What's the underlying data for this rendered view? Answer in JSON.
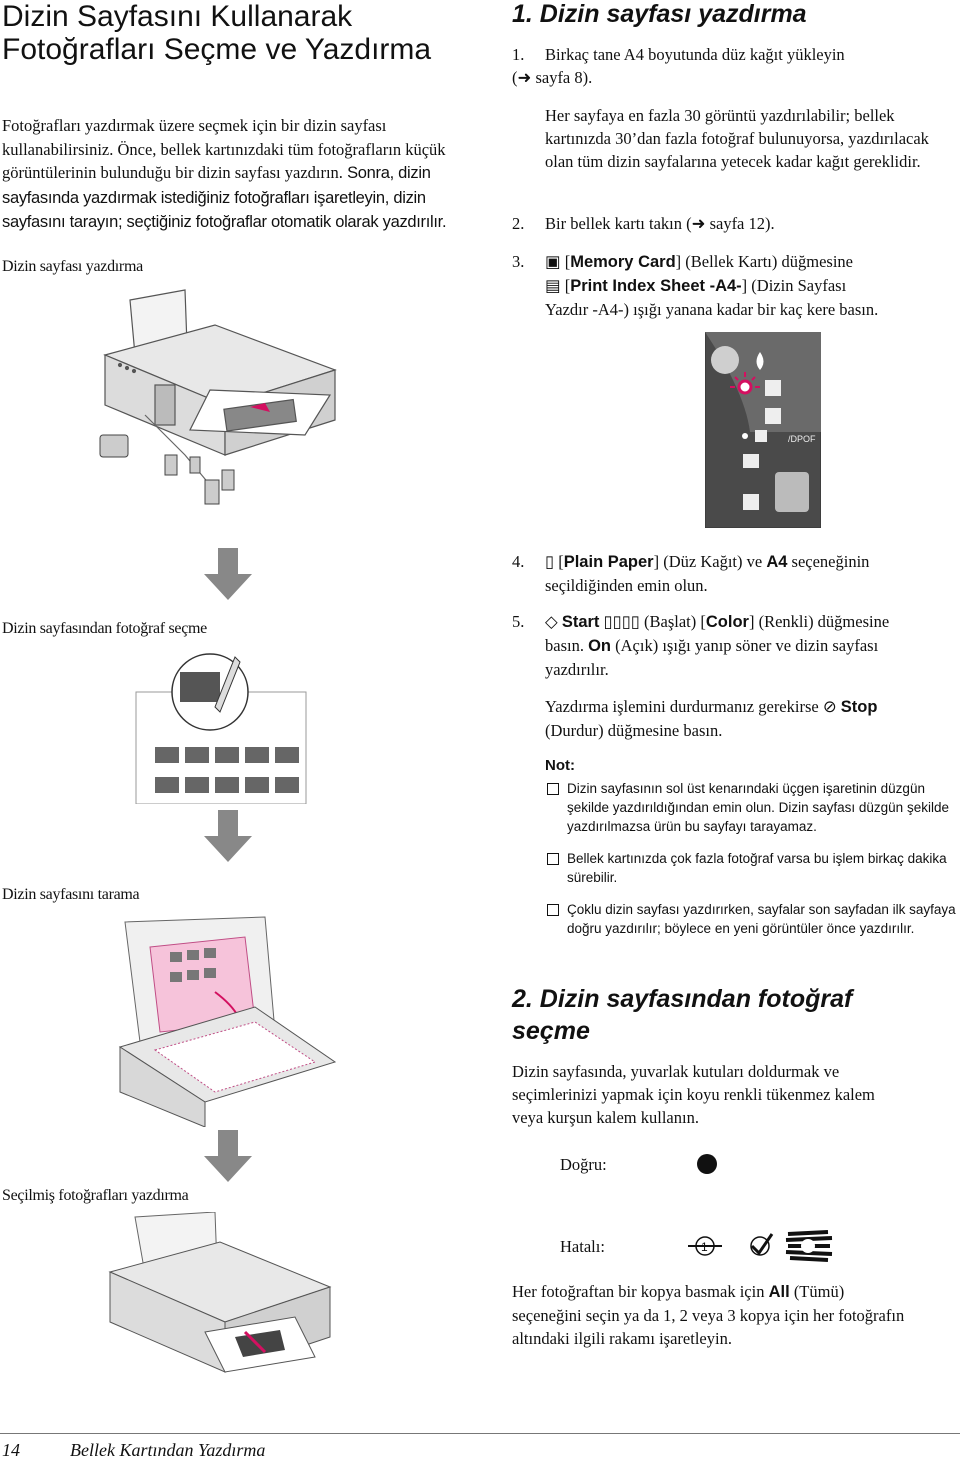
{
  "left": {
    "title": "Dizin Sayfasını Kullanarak Fotoğrafları Seçme ve Yazdırma",
    "intro_serif": "Fotoğrafları yazdırmak üzere seçmek için bir dizin sayfası kullanabilirsiniz. Önce, bellek kartınızdaki tüm fotoğrafların küçük görüntülerinin bulunduğu bir dizin sayfası yazdırın.",
    "intro_cond": "Sonra, dizin sayfasında yazdırmak istediğiniz fotoğrafları işaretleyin, dizin sayfasını tarayın; seçtiğiniz fotoğraflar otomatik olarak yazdırılır.",
    "caption1": "Dizin sayfası yazdırma",
    "caption2": "Dizin sayfasından fotoğraf seçme",
    "caption3": "Dizin sayfasını tarama",
    "caption4": "Seçilmiş fotoğrafları yazdırma"
  },
  "right": {
    "section1_title": "1. Dizin sayfası yazdırma",
    "step1_num": "1.",
    "step1_a": "Birkaç tane A4 boyutunda düz kağıt yükleyin",
    "step1_b": "(➜ sayfa 8).",
    "step1_para": "Her sayfaya en fazla 30 görüntü yazdırılabilir; bellek kartınızda 30’dan fazla fotoğraf bulunuyorsa, yazdırılacak olan tüm dizin sayfalarına yetecek kadar kağıt gereklidir.",
    "step2_num": "2.",
    "step2": "Bir bellek kartı takın (➜ sayfa 12).",
    "step3_num": "3.",
    "step3_btn": "Memory Card",
    "step3_a": "(Bellek Kartı) düğmesine",
    "step3_btn2": "Print Index Sheet -A4-",
    "step3_b": "(Dizin Sayfası",
    "step3_c": "Yazdır -A4-) ışığı yanana kadar bir kaç kere basın.",
    "panel_label": "/DPOF",
    "step4_num": "4.",
    "step4_btn": "Plain Paper",
    "step4_a": "(Düz Kağıt) ve",
    "step4_a4": "A4",
    "step4_b": "seçeneğinin",
    "step4_c": "seçildiğinden emin olun.",
    "step5_num": "5.",
    "step5_start": "Start",
    "step5_a": "(Başlat) [",
    "step5_color": "Color",
    "step5_b": "] (Renkli) düğmesine",
    "step5_c": "basın.",
    "step5_on": "On",
    "step5_d": "(Açık) ışığı yanıp söner ve dizin sayfası",
    "step5_e": "yazdırılır.",
    "stop_a": "Yazdırma işlemini durdurmanız gerekirse",
    "stop_btn": "Stop",
    "stop_b": "(Durdur) düğmesine basın.",
    "note_title": "Not:",
    "notes": [
      "Dizin sayfasının sol üst kenarındaki üçgen işaretinin düzgün şekilde yazdırıldığından emin olun. Dizin sayfası düzgün şekilde yazdırılmazsa ürün bu sayfayı tarayamaz.",
      "Bellek kartınızda çok fazla fotoğraf varsa bu işlem birkaç dakika sürebilir.",
      "Çoklu dizin sayfası yazdırırken, sayfalar son sayfadan ilk sayfaya doğru yazdırılır; böylece en yeni görüntüler önce yazdırılır."
    ],
    "section2_title": "2. Dizin sayfasından fotoğraf seçme",
    "section2_para": "Dizin sayfasında, yuvarlak kutuları doldurmak ve seçimlerinizi yapmak için koyu renkli tükenmez kalem veya kurşun kalem kullanın.",
    "correct_label": "Doğru:",
    "wrong_label": "Hatalı:",
    "final_a": "Her fotoğraftan bir kopya basmak için",
    "final_all": "All",
    "final_b": "(Tümü) seçeneğini seçin ya da 1, 2 veya 3 kopya için her fotoğrafın altındaki ilgili rakamı işaretleyin."
  },
  "footer": {
    "page_number": "14",
    "section": "Bellek Kartından Yazdırma"
  }
}
